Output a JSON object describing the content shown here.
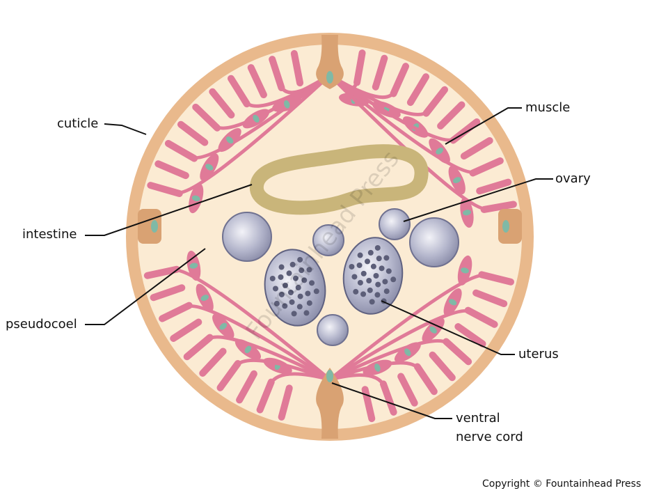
{
  "labels": {
    "cuticle": "cuticle",
    "muscle": "muscle",
    "ovary": "ovary",
    "intestine": "intestine",
    "pseudocoel": "pseudocoel",
    "uterus": "uterus",
    "ventral_line1": "ventral",
    "ventral_line2": "nerve cord"
  },
  "watermark": "Fountainhead Press",
  "copyright": "Copyright © Fountainhead Press",
  "colors": {
    "cuticle": "#e9b98c",
    "cavity": "#fbebd3",
    "muscle": "#e07a98",
    "nucleus": "#7fb9a6",
    "intestine": "#c9b57a",
    "ovum": "#9a9cb8"
  }
}
